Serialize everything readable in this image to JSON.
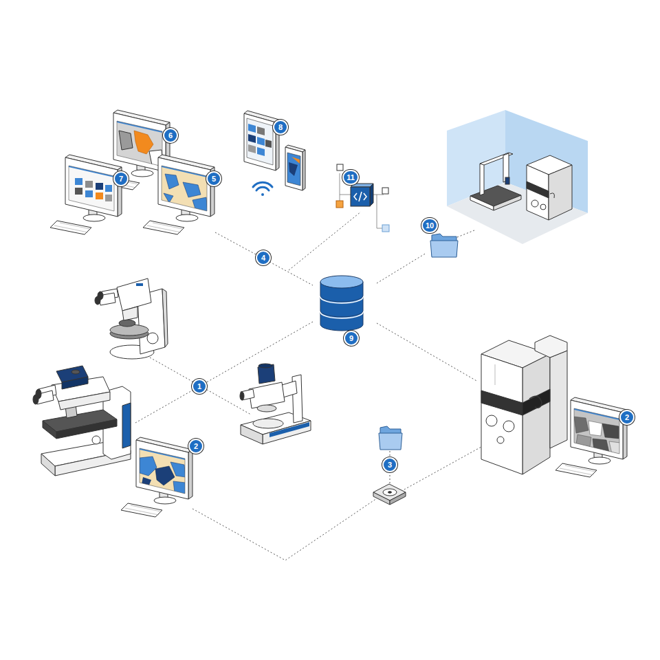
{
  "diagram": {
    "labels": [
      "8",
      "6",
      "11",
      "7",
      "5",
      "10",
      "4",
      "9",
      "1",
      "2",
      "2",
      "3"
    ]
  }
}
